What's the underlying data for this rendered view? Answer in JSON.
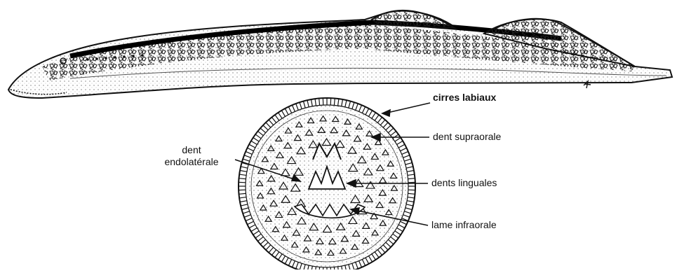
{
  "labels": {
    "cirres": "cirres labiaux",
    "supraorale": "dent supraorale",
    "endolaterale_line1": "dent",
    "endolaterale_line2": "endolatérale",
    "linguales": "dents linguales",
    "infraorale": "lame infraorale"
  },
  "colors": {
    "ink": "#111111",
    "paper": "#ffffff"
  }
}
